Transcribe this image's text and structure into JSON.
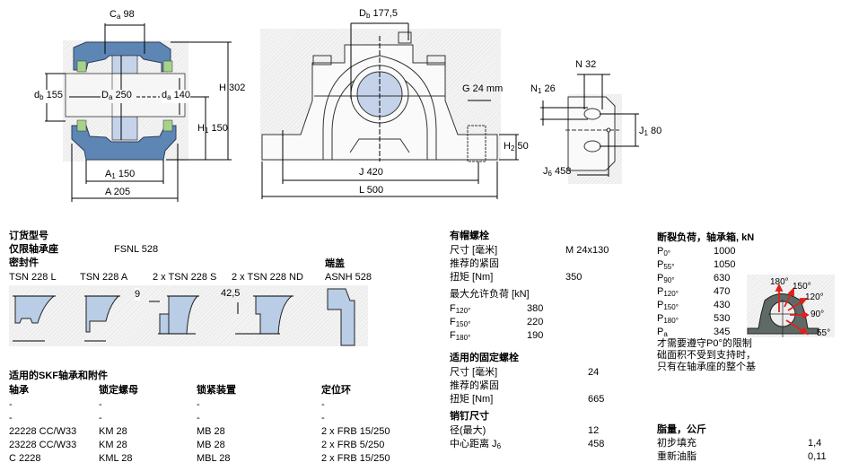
{
  "drawings": {
    "side_section": {
      "Ca": {
        "label": "C",
        "sub": "a",
        "value": "98"
      },
      "db": {
        "label": "d",
        "sub": "b",
        "value": "155"
      },
      "Da": {
        "label": "D",
        "sub": "a",
        "value": "250"
      },
      "da": {
        "label": "d",
        "sub": "a",
        "value": "140"
      },
      "H": {
        "label": "H",
        "value": "302"
      },
      "H1": {
        "label": "H",
        "sub": "1",
        "value": "150"
      },
      "A1": {
        "label": "A",
        "sub": "1",
        "value": "150"
      },
      "A": {
        "label": "A",
        "value": "205"
      }
    },
    "front_view": {
      "Db": {
        "label": "D",
        "sub": "b",
        "value": "177,5"
      },
      "G": {
        "label": "G",
        "value": "24 mm"
      },
      "H2": {
        "label": "H",
        "sub": "2",
        "value": "50"
      },
      "J": {
        "label": "J",
        "value": "420"
      },
      "L": {
        "label": "L",
        "value": "500"
      }
    },
    "foot_view": {
      "N": {
        "label": "N",
        "value": "32"
      },
      "N1": {
        "label": "N",
        "sub": "1",
        "value": "26"
      },
      "J1": {
        "label": "J",
        "sub": "1",
        "value": "80"
      },
      "J6": {
        "label": "J",
        "sub": "6",
        "value": "458"
      }
    }
  },
  "order": {
    "heading": "订货型号",
    "housing_label": "仅限轴承座",
    "housing_value": "FSNL 528",
    "seals_heading": "密封件",
    "seals": [
      "TSN 228 L",
      "TSN 228 A",
      "2 x TSN 228 S",
      "2 x TSN 228 ND"
    ],
    "seal_dims": {
      "S": "9",
      "ND": "42,5"
    },
    "end_cover_heading": "端盖",
    "end_cover": "ASNH 528"
  },
  "applicable": {
    "heading": "适用的SKF轴承和附件",
    "columns": [
      "轴承",
      "锁定螺母",
      "锁紧装置",
      "定位环"
    ],
    "rows": [
      [
        "-",
        "-",
        "-",
        "-"
      ],
      [
        "-",
        "-",
        "-",
        "-"
      ],
      [
        "22228 CC/W33",
        "KM 28",
        "MB 28",
        "2 x FRB 15/250"
      ],
      [
        "23228 CC/W33",
        "KM 28",
        "MB 28",
        "2 x FRB 5/250"
      ],
      [
        "C 2228",
        "KML 28",
        "MBL 28",
        "2 x FRB 15/250"
      ]
    ]
  },
  "cap_bolts": {
    "heading": "有帽螺栓",
    "size_label": "尺寸 [毫米]",
    "size_value": "M 24x130",
    "torque_label1": "推荐的紧固",
    "torque_label2": "扭矩 [Nm]",
    "torque_value": "350",
    "max_load_label": "最大允许负荷 [kN]",
    "loads": [
      {
        "label": "F",
        "sub": "120°",
        "value": "380"
      },
      {
        "label": "F",
        "sub": "150°",
        "value": "220"
      },
      {
        "label": "F",
        "sub": "180°",
        "value": "190"
      }
    ]
  },
  "attachment_bolts": {
    "heading": "适用的固定螺栓",
    "size_label": "尺寸 [毫米]",
    "size_value": "24",
    "torque_label1": "推荐的紧固",
    "torque_label2": "扭矩 [Nm]",
    "torque_value": "665"
  },
  "dowel_pins": {
    "heading": "销钉尺寸",
    "dia_label": "径(最大)",
    "dia_value": "12",
    "center_label": "中心距离 J",
    "center_sub": "6",
    "center_value": "458"
  },
  "breaking_loads": {
    "heading": "断裂负荷，轴承箱, kN",
    "items": [
      {
        "label": "P",
        "sub": "0°",
        "value": "1000"
      },
      {
        "label": "P",
        "sub": "55°",
        "value": "1050"
      },
      {
        "label": "P",
        "sub": "90°",
        "value": "630"
      },
      {
        "label": "P",
        "sub": "120°",
        "value": "470"
      },
      {
        "label": "P",
        "sub": "150°",
        "value": "430"
      },
      {
        "label": "P",
        "sub": "180°",
        "value": "530"
      },
      {
        "label": "P",
        "sub": "a",
        "value": "345"
      }
    ],
    "note": [
      "才需要遵守P0°的限制",
      "础面积不受到支持时，",
      "只有在轴承座的整个基"
    ],
    "diagram_angles": [
      "180°",
      "150°",
      "120°",
      "90°",
      "55°"
    ],
    "arrow_color": "#e0201c"
  },
  "grease": {
    "heading": "脂量，公斤",
    "initial_label": "初步填充",
    "initial_value": "1,4",
    "relub_label": "重新油脂",
    "relub_value": "0,11"
  },
  "colors": {
    "housing_blue": "#5d86b5",
    "bearing_fill": "#c5d3ea",
    "seal_green": "#a6d28a",
    "seal_fill": "#b9cde6",
    "cast_grey": "#5f6a66"
  }
}
